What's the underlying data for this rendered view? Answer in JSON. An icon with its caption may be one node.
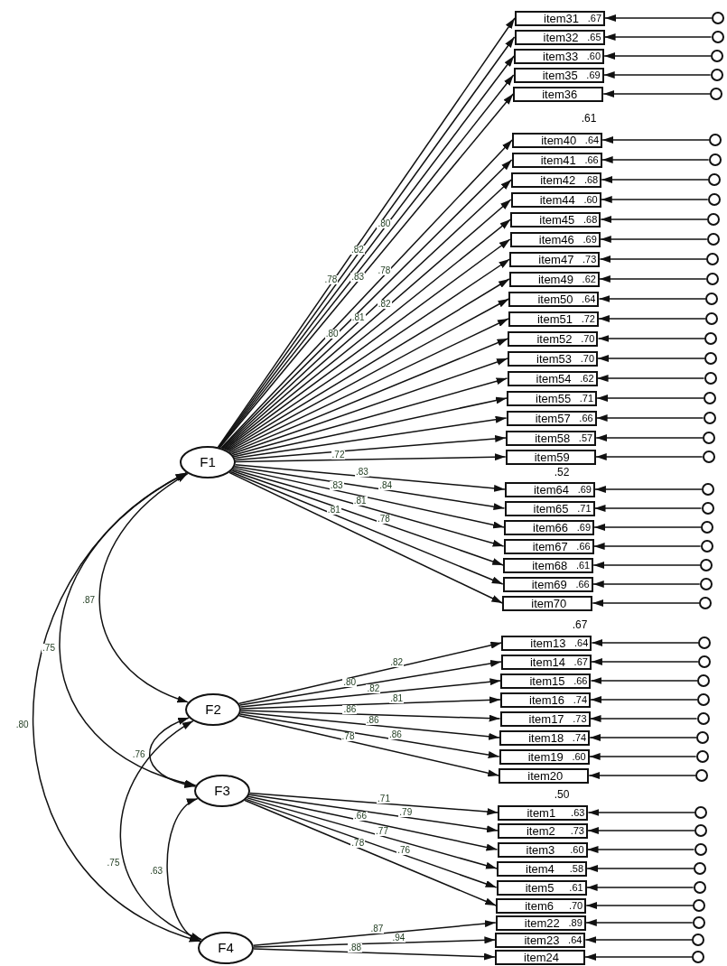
{
  "diagram": {
    "nodes": [
      {
        "text": [
          "F1"
        ]
      },
      {
        "text": [
          "F2"
        ]
      },
      {
        "text": [
          "F3"
        ]
      },
      {
        "text": [
          "F4"
        ]
      },
      {
        "text": [
          "item31",
          ".67"
        ]
      },
      {
        "text": [
          "item32",
          ".65"
        ]
      },
      {
        "text": [
          "item33",
          ".60"
        ]
      },
      {
        "text": [
          "item35",
          ".69"
        ]
      },
      {
        "text": [
          "item36"
        ]
      },
      {
        "text": [
          "item40",
          ".64"
        ]
      },
      {
        "text": [
          "item41",
          ".66"
        ]
      },
      {
        "text": [
          "item42",
          ".68"
        ]
      },
      {
        "text": [
          "item44",
          ".60"
        ]
      },
      {
        "text": [
          "item45",
          ".68"
        ]
      },
      {
        "text": [
          "item46",
          ".69"
        ]
      },
      {
        "text": [
          "item47",
          ".73"
        ]
      },
      {
        "text": [
          "item49",
          ".62"
        ]
      },
      {
        "text": [
          "item50",
          ".64"
        ]
      },
      {
        "text": [
          "item51",
          ".72"
        ]
      },
      {
        "text": [
          "item52",
          ".70"
        ]
      },
      {
        "text": [
          "item53",
          ".70"
        ]
      },
      {
        "text": [
          "item54",
          ".62"
        ]
      },
      {
        "text": [
          "item55",
          ".71"
        ]
      },
      {
        "text": [
          "item57",
          ".66"
        ]
      },
      {
        "text": [
          "item58",
          ".57"
        ]
      },
      {
        "text": [
          "item59"
        ]
      },
      {
        "text": [
          "item64",
          ".69"
        ]
      },
      {
        "text": [
          "item65",
          ".71"
        ]
      },
      {
        "text": [
          "item66",
          ".69"
        ]
      },
      {
        "text": [
          "item67",
          ".66"
        ]
      },
      {
        "text": [
          "item68",
          ".61"
        ]
      },
      {
        "text": [
          "item69",
          ".66"
        ]
      },
      {
        "text": [
          "item70"
        ]
      },
      {
        "text": [
          "item13",
          ".64"
        ]
      },
      {
        "text": [
          "item14",
          ".67"
        ]
      },
      {
        "text": [
          "item15",
          ".66"
        ]
      },
      {
        "text": [
          "item16",
          ".74"
        ]
      },
      {
        "text": [
          "item17",
          ".73"
        ]
      },
      {
        "text": [
          "item18",
          ".74"
        ]
      },
      {
        "text": [
          "item19",
          ".60"
        ]
      },
      {
        "text": [
          "item20"
        ]
      },
      {
        "text": [
          "item1",
          ".63"
        ]
      },
      {
        "text": [
          "item2",
          ".73"
        ]
      },
      {
        "text": [
          "item3",
          ".60"
        ]
      },
      {
        "text": [
          "item4",
          ".58"
        ]
      },
      {
        "text": [
          "item5",
          ".61"
        ]
      },
      {
        "text": [
          "item6",
          ".70"
        ]
      },
      {
        "text": [
          "item22",
          ".89"
        ]
      },
      {
        "text": [
          "item23",
          ".64"
        ]
      },
      {
        "text": [
          "item24"
        ]
      },
      {
        "text": [],
        "shape": "circle"
      },
      {
        "text": [],
        "shape": "circle"
      },
      {
        "text": [],
        "shape": "circle"
      },
      {
        "text": [],
        "shape": "circle"
      },
      {
        "text": [],
        "shape": "circle"
      },
      {
        "text": [],
        "shape": "circle"
      },
      {
        "text": [],
        "shape": "circle"
      },
      {
        "text": [],
        "shape": "circle"
      },
      {
        "text": [],
        "shape": "circle"
      },
      {
        "text": [],
        "shape": "circle"
      },
      {
        "text": [],
        "shape": "circle"
      },
      {
        "text": [],
        "shape": "circle"
      },
      {
        "text": [],
        "shape": "circle"
      },
      {
        "text": [],
        "shape": "circle"
      },
      {
        "text": [],
        "shape": "circle"
      },
      {
        "text": [],
        "shape": "circle"
      },
      {
        "text": [],
        "shape": "circle"
      },
      {
        "text": [],
        "shape": "circle"
      },
      {
        "text": [],
        "shape": "circle"
      },
      {
        "text": [],
        "shape": "circle"
      },
      {
        "text": [],
        "shape": "circle"
      },
      {
        "text": [],
        "shape": "circle"
      },
      {
        "text": [],
        "shape": "circle"
      },
      {
        "text": [],
        "shape": "circle"
      },
      {
        "text": [],
        "shape": "circle"
      },
      {
        "text": [],
        "shape": "circle"
      },
      {
        "text": [],
        "shape": "circle"
      },
      {
        "text": [],
        "shape": "circle"
      },
      {
        "text": [],
        "shape": "circle"
      },
      {
        "text": [],
        "shape": "circle"
      },
      {
        "text": [],
        "shape": "circle"
      },
      {
        "text": [],
        "shape": "circle"
      },
      {
        "text": [],
        "shape": "circle"
      },
      {
        "text": [],
        "shape": "circle"
      },
      {
        "text": [],
        "shape": "circle"
      },
      {
        "text": [],
        "shape": "circle"
      },
      {
        "text": [],
        "shape": "circle"
      },
      {
        "text": [],
        "shape": "circle"
      },
      {
        "text": [],
        "shape": "circle"
      },
      {
        "text": [],
        "shape": "circle"
      },
      {
        "text": [],
        "shape": "circle"
      },
      {
        "text": [],
        "shape": "circle"
      },
      {
        "text": [],
        "shape": "circle"
      },
      {
        "text": [],
        "shape": "circle"
      },
      {
        "text": [],
        "shape": "circle"
      },
      {
        "text": [],
        "shape": "circle"
      }
    ],
    "edges": [
      {
        "from": 0,
        "to": 4,
        "arrow": "to",
        "label": ".78"
      },
      {
        "from": 0,
        "to": 5,
        "arrow": "to",
        "label": ".82"
      },
      {
        "from": 0,
        "to": 6,
        "arrow": "to",
        "label": ".80"
      },
      {
        "from": 0,
        "to": 7,
        "arrow": "to"
      },
      {
        "from": 0,
        "to": 8,
        "arrow": "to",
        "label": ".83"
      },
      {
        "from": 0,
        "to": 9,
        "arrow": "to",
        "label": ".78"
      },
      {
        "from": 0,
        "to": 10,
        "arrow": "to",
        "label": ".80"
      },
      {
        "from": 0,
        "to": 11,
        "arrow": "to",
        "label": ".81"
      },
      {
        "from": 0,
        "to": 12,
        "arrow": "to",
        "label": ".82"
      },
      {
        "from": 0,
        "to": 13,
        "arrow": "to"
      },
      {
        "from": 0,
        "to": 14,
        "arrow": "to"
      },
      {
        "from": 0,
        "to": 15,
        "arrow": "to"
      },
      {
        "from": 0,
        "to": 16,
        "arrow": "to"
      },
      {
        "from": 0,
        "to": 17,
        "arrow": "to"
      },
      {
        "from": 0,
        "to": 18,
        "arrow": "to"
      },
      {
        "from": 0,
        "to": 19,
        "arrow": "to"
      },
      {
        "from": 0,
        "to": 20,
        "arrow": "to"
      },
      {
        "from": 0,
        "to": 21,
        "arrow": "to"
      },
      {
        "from": 0,
        "to": 22,
        "arrow": "to"
      },
      {
        "from": 0,
        "to": 23,
        "arrow": "to"
      },
      {
        "from": 0,
        "to": 24,
        "arrow": "to"
      },
      {
        "from": 0,
        "to": 25,
        "arrow": "to",
        "label": ".72"
      },
      {
        "from": 0,
        "to": 26,
        "arrow": "to",
        "label": ".83"
      },
      {
        "from": 0,
        "to": 27,
        "arrow": "to",
        "label": ".84"
      },
      {
        "from": 0,
        "to": 28,
        "arrow": "to",
        "label": ".83"
      },
      {
        "from": 0,
        "to": 29,
        "arrow": "to",
        "label": ".81"
      },
      {
        "from": 0,
        "to": 30,
        "arrow": "to",
        "label": ".78"
      },
      {
        "from": 0,
        "to": 31,
        "arrow": "to",
        "label": ".81"
      },
      {
        "from": 0,
        "to": 32,
        "arrow": "to"
      },
      {
        "from": 1,
        "to": 33,
        "arrow": "to",
        "label": ".82"
      },
      {
        "from": 1,
        "to": 34,
        "arrow": "to",
        "label": ".80"
      },
      {
        "from": 1,
        "to": 35,
        "arrow": "to",
        "label": ".82"
      },
      {
        "from": 1,
        "to": 36,
        "arrow": "to",
        "label": ".81"
      },
      {
        "from": 1,
        "to": 37,
        "arrow": "to",
        "label": ".86"
      },
      {
        "from": 1,
        "to": 38,
        "arrow": "to",
        "label": ".86"
      },
      {
        "from": 1,
        "to": 39,
        "arrow": "to",
        "label": ".86"
      },
      {
        "from": 1,
        "to": 40,
        "arrow": "to",
        "label": ".78"
      },
      {
        "from": 2,
        "to": 41,
        "arrow": "to",
        "label": ".71"
      },
      {
        "from": 2,
        "to": 42,
        "arrow": "to",
        "label": ".79"
      },
      {
        "from": 2,
        "to": 43,
        "arrow": "to",
        "label": ".66"
      },
      {
        "from": 2,
        "to": 44,
        "arrow": "to",
        "label": ".77"
      },
      {
        "from": 2,
        "to": 45,
        "arrow": "to",
        "label": ".76"
      },
      {
        "from": 2,
        "to": 46,
        "arrow": "to",
        "label": ".78"
      },
      {
        "from": 3,
        "to": 47,
        "arrow": "to",
        "label": ".87"
      },
      {
        "from": 3,
        "to": 48,
        "arrow": "to",
        "label": ".94"
      },
      {
        "from": 3,
        "to": 49,
        "arrow": "to",
        "label": ".88"
      },
      {
        "from": 50,
        "to": 4,
        "arrow": "to"
      },
      {
        "from": 51,
        "to": 5,
        "arrow": "to"
      },
      {
        "from": 52,
        "to": 6,
        "arrow": "to"
      },
      {
        "from": 53,
        "to": 7,
        "arrow": "to"
      },
      {
        "from": 54,
        "to": 8,
        "arrow": "to"
      },
      {
        "from": 55,
        "to": 9,
        "arrow": "to"
      },
      {
        "from": 56,
        "to": 10,
        "arrow": "to"
      },
      {
        "from": 57,
        "to": 11,
        "arrow": "to"
      },
      {
        "from": 58,
        "to": 12,
        "arrow": "to"
      },
      {
        "from": 59,
        "to": 13,
        "arrow": "to"
      },
      {
        "from": 60,
        "to": 14,
        "arrow": "to"
      },
      {
        "from": 61,
        "to": 15,
        "arrow": "to"
      },
      {
        "from": 62,
        "to": 16,
        "arrow": "to"
      },
      {
        "from": 63,
        "to": 17,
        "arrow": "to"
      },
      {
        "from": 64,
        "to": 18,
        "arrow": "to"
      },
      {
        "from": 65,
        "to": 19,
        "arrow": "to"
      },
      {
        "from": 66,
        "to": 20,
        "arrow": "to"
      },
      {
        "from": 67,
        "to": 21,
        "arrow": "to"
      },
      {
        "from": 68,
        "to": 22,
        "arrow": "to"
      },
      {
        "from": 69,
        "to": 23,
        "arrow": "to"
      },
      {
        "from": 70,
        "to": 24,
        "arrow": "to"
      },
      {
        "from": 71,
        "to": 25,
        "arrow": "to"
      },
      {
        "from": 72,
        "to": 26,
        "arrow": "to"
      },
      {
        "from": 73,
        "to": 27,
        "arrow": "to"
      },
      {
        "from": 74,
        "to": 28,
        "arrow": "to"
      },
      {
        "from": 75,
        "to": 29,
        "arrow": "to"
      },
      {
        "from": 76,
        "to": 30,
        "arrow": "to"
      },
      {
        "from": 77,
        "to": 31,
        "arrow": "to"
      },
      {
        "from": 78,
        "to": 32,
        "arrow": "to"
      },
      {
        "from": 79,
        "to": 33,
        "arrow": "to"
      },
      {
        "from": 80,
        "to": 34,
        "arrow": "to"
      },
      {
        "from": 81,
        "to": 35,
        "arrow": "to"
      },
      {
        "from": 82,
        "to": 36,
        "arrow": "to"
      },
      {
        "from": 83,
        "to": 37,
        "arrow": "to"
      },
      {
        "from": 84,
        "to": 38,
        "arrow": "to"
      },
      {
        "from": 85,
        "to": 39,
        "arrow": "to"
      },
      {
        "from": 86,
        "to": 40,
        "arrow": "to"
      },
      {
        "from": 87,
        "to": 41,
        "arrow": "to"
      },
      {
        "from": 88,
        "to": 42,
        "arrow": "to"
      },
      {
        "from": 89,
        "to": 43,
        "arrow": "to"
      },
      {
        "from": 90,
        "to": 44,
        "arrow": "to"
      },
      {
        "from": 91,
        "to": 45,
        "arrow": "to"
      },
      {
        "from": 92,
        "to": 46,
        "arrow": "to"
      },
      {
        "from": 93,
        "to": 47,
        "arrow": "to"
      },
      {
        "from": 94,
        "to": 48,
        "arrow": "to"
      },
      {
        "from": 95,
        "to": 49,
        "arrow": "to"
      },
      {
        "from": 0,
        "to": 1,
        "arrow": "both",
        "label": ".87"
      },
      {
        "from": 0,
        "to": 2,
        "arrow": "both",
        "label": ".75"
      },
      {
        "from": 0,
        "to": 3,
        "arrow": "both",
        "label": ".80"
      },
      {
        "from": 1,
        "to": 2,
        "arrow": "both",
        "label": ".76"
      },
      {
        "from": 1,
        "to": 3,
        "arrow": "both",
        "label": ".75"
      },
      {
        "from": 2,
        "to": 3,
        "arrow": "both",
        "label": ".63"
      }
    ],
    "labels": [
      ".61",
      ".52",
      ".67",
      ".50"
    ]
  }
}
